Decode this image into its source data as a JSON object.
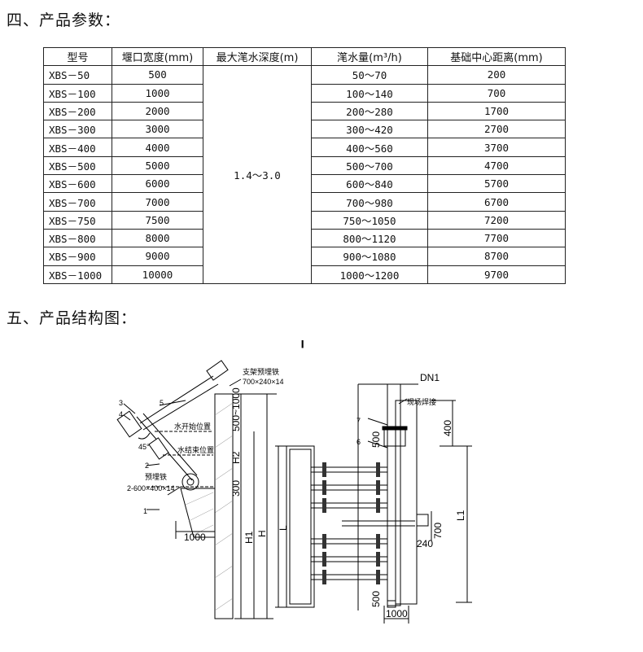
{
  "section4": {
    "title": "四、产品参数："
  },
  "section5": {
    "title": "五、产品结构图："
  },
  "table": {
    "headers": [
      "型号",
      "堰口宽度(mm)",
      "最大滗水深度(m)",
      "滗水量(m³/h)",
      "基础中心距离(mm)"
    ],
    "merged_depth": "1.4～3.0",
    "rows": [
      [
        "XBS－50",
        "500",
        "50～70",
        "200"
      ],
      [
        "XBS－100",
        "1000",
        "100～140",
        "700"
      ],
      [
        "XBS－200",
        "2000",
        "200～280",
        "1700"
      ],
      [
        "XBS－300",
        "3000",
        "300～420",
        "2700"
      ],
      [
        "XBS－400",
        "4000",
        "400～560",
        "3700"
      ],
      [
        "XBS－500",
        "5000",
        "500～700",
        "4700"
      ],
      [
        "XBS－600",
        "6000",
        "600～840",
        "5700"
      ],
      [
        "XBS－700",
        "7000",
        "700～980",
        "6700"
      ],
      [
        "XBS－750",
        "7500",
        "750～1050",
        "7200"
      ],
      [
        "XBS－800",
        "8000",
        "800～1120",
        "7700"
      ],
      [
        "XBS－900",
        "9000",
        "900～1080",
        "8700"
      ],
      [
        "XBS－1000",
        "10000",
        "1000～1200",
        "9700"
      ]
    ]
  },
  "diagram": {
    "marker": "I",
    "left": {
      "support": "支架预埋铁",
      "support_size": "700×240×14",
      "water_start": "水开始位置",
      "water_end": "水结束位置",
      "embed": "预埋铁",
      "embed_size": "2-600×400×14",
      "angle": "45°",
      "dim_top": "500~1000",
      "dim_h2": "H2",
      "dim_mid": "300",
      "dim_h1": "H1",
      "dim_h": "H",
      "dim_base": "1000",
      "n1": "1",
      "n2": "2",
      "n3": "3",
      "n4": "4",
      "n5": "5"
    },
    "right": {
      "dn": "DN1",
      "weld": "现场焊接",
      "n6": "6",
      "n7": "7",
      "d500a": "500",
      "d400": "400",
      "dL": "L",
      "dL1": "L1",
      "d700": "700",
      "d240": "240",
      "d500b": "500",
      "d1000": "1000"
    }
  }
}
